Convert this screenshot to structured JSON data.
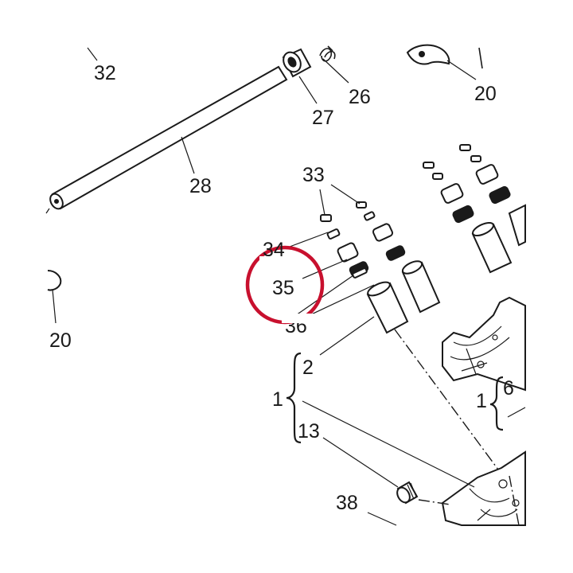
{
  "labels": {
    "l32": "32",
    "l26": "26",
    "l27": "27",
    "l20_top": "20",
    "l28": "28",
    "l33": "33",
    "l34": "34",
    "l35": "35",
    "l36": "36",
    "l20_left": "20",
    "l2": "2",
    "l1": "1",
    "l13": "13",
    "l1_right": "1",
    "l6": "6",
    "l38": "38"
  },
  "colors": {
    "highlight": "#c8102e",
    "line": "#1a1a1a"
  }
}
